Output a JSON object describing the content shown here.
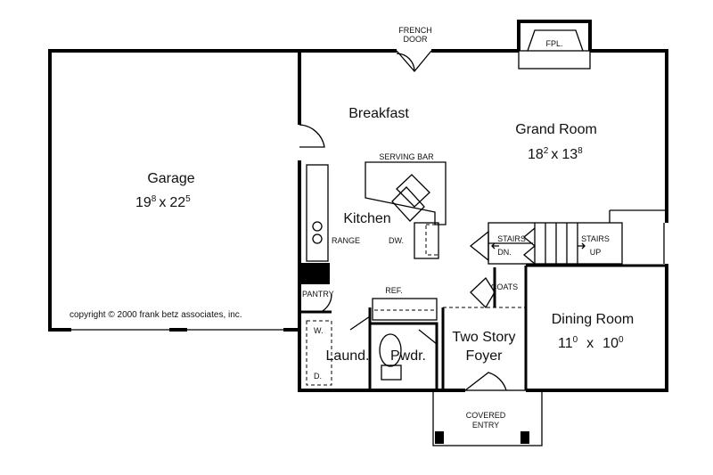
{
  "rooms": {
    "garage": {
      "name": "Garage",
      "dim_w": "19",
      "dim_w_sup": "8",
      "dim_h": "22",
      "dim_h_sup": "5"
    },
    "breakfast": {
      "name": "Breakfast"
    },
    "grand_room": {
      "name": "Grand Room",
      "dim_w": "18",
      "dim_w_sup": "2",
      "dim_h": "13",
      "dim_h_sup": "8"
    },
    "kitchen": {
      "name": "Kitchen"
    },
    "dining_room": {
      "name": "Dining Room",
      "dim_w": "11",
      "dim_w_sup": "0",
      "dim_h": "10",
      "dim_h_sup": "0"
    },
    "laundry": {
      "name": "Laund."
    },
    "powder": {
      "name": "Pwdr."
    },
    "foyer": {
      "name_line1": "Two Story",
      "name_line2": "Foyer"
    }
  },
  "labels": {
    "french_door_line1": "FRENCH",
    "french_door_line2": "DOOR",
    "fireplace": "FPL.",
    "serving_bar": "SERVING BAR",
    "range": "RANGE",
    "dishwasher": "DW.",
    "ref": "REF.",
    "pantry": "PANTRY",
    "washer": "W.",
    "dryer": "D.",
    "coats": "COATS",
    "stairs_dn_top": "STAIRS",
    "stairs_dn_bottom": "DN.",
    "stairs_up_top": "STAIRS",
    "stairs_up_bottom": "UP",
    "covered_entry_line1": "COVERED",
    "covered_entry_line2": "ENTRY",
    "dim_separator": "x"
  },
  "copyright": "copyright © 2000 frank betz associates, inc."
}
